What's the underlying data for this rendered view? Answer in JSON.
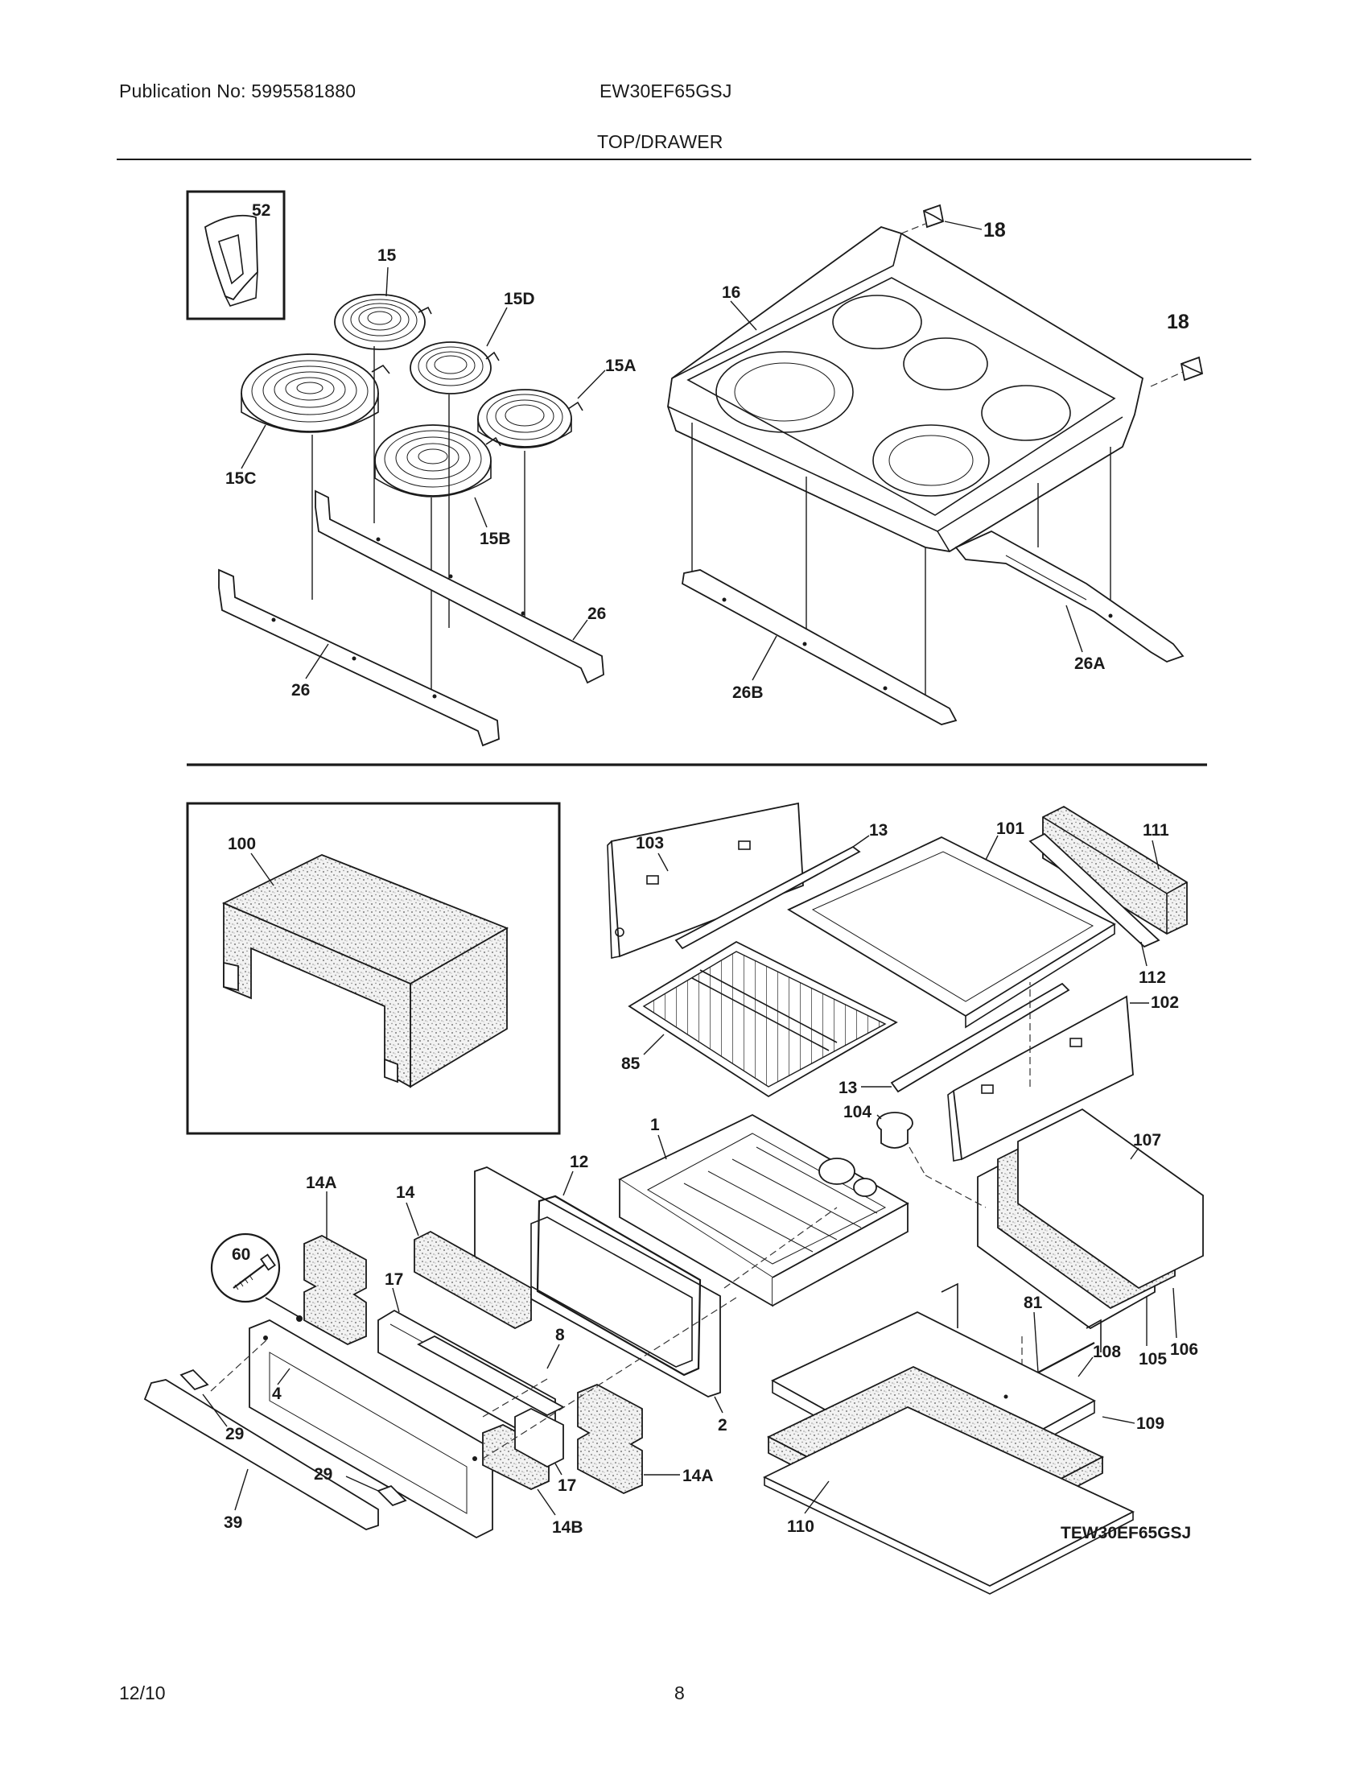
{
  "header": {
    "publication": "Publication No: 5995581880",
    "model": "EW30EF65GSJ",
    "section_title": "TOP/DRAWER"
  },
  "footer": {
    "date": "12/10",
    "page": "8"
  },
  "diagram_code": "TEW30EF65GSJ",
  "part_labels": {
    "p52": "52",
    "p15": "15",
    "p15D": "15D",
    "p15A": "15A",
    "p15C": "15C",
    "p15B": "15B",
    "p26a": "26",
    "p26b": "26",
    "p16": "16",
    "p18a": "18",
    "p18b": "18",
    "p26A": "26A",
    "p26B": "26B",
    "p100": "100",
    "p103": "103",
    "p13a": "13",
    "p101": "101",
    "p111": "111",
    "p112": "112",
    "p102": "102",
    "p85": "85",
    "p13b": "13",
    "p104": "104",
    "p1": "1",
    "p107": "107",
    "p14Aa": "14A",
    "p14": "14",
    "p12": "12",
    "p60": "60",
    "p17a": "17",
    "p8": "8",
    "p81": "81",
    "p108": "108",
    "p106": "106",
    "p105": "105",
    "p109": "109",
    "p2": "2",
    "p29a": "29",
    "p4": "4",
    "p17b": "17",
    "p14Ab": "14A",
    "p29b": "29",
    "p39": "39",
    "p14B": "14B",
    "p110": "110"
  }
}
